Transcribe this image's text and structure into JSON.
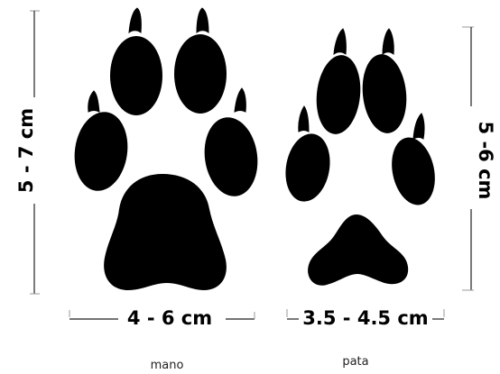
{
  "front_paw": {
    "height_label": "5 - 7 cm",
    "width_label": "4 - 6 cm",
    "caption": "mano"
  },
  "hind_paw": {
    "height_label": "5 -6 cm",
    "width_label": "3.5 - 4.5 cm",
    "caption": "pata"
  },
  "colors": {
    "print": "#000000",
    "background": "#ffffff"
  }
}
